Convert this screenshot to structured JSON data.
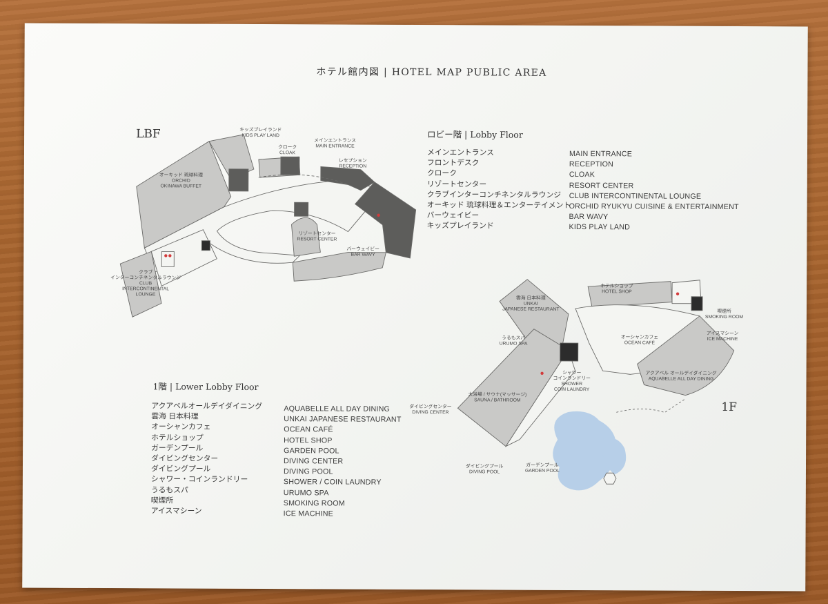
{
  "title": "ホテル館内図 | HOTEL MAP PUBLIC AREA",
  "lbf": {
    "floor_code": "LBF",
    "heading": "ロビー階 | Lobby Floor",
    "jp_items": [
      "メインエントランス",
      "フロントデスク",
      "クローク",
      "リゾートセンター",
      "クラブインターコンチネンタルラウンジ",
      "オーキッド 琉球料理＆エンターテイメント",
      "バーウェイビー",
      "キッズプレイランド"
    ],
    "en_items": [
      "MAIN ENTRANCE",
      "RECEPTION",
      "CLOAK",
      "RESORT CENTER",
      "CLUB INTERCONTINENTAL LOUNGE",
      "ORCHID RYUKYU CUISINE & ENTERTAINMENT",
      "BAR WAVY",
      "KIDS PLAY LAND"
    ],
    "map_labels": {
      "kids_jp": "キッズプレイランド",
      "kids_en": "KIDS PLAY LAND",
      "entrance_jp": "メインエントランス",
      "entrance_en": "MAIN ENTRANCE",
      "cloak_jp": "クローク",
      "cloak_en": "CLOAK",
      "reception_jp": "レセプション",
      "reception_en": "RECEPTION",
      "orchid_jp": "オーキッド 琉球料理",
      "orchid_en1": "ORCHID",
      "orchid_en2": "OKINAWA BUFFET",
      "resort_jp": "リゾートセンター",
      "resort_en": "RESORT CENTER",
      "wavy_jp": "バーウェイビー",
      "wavy_en": "BAR WAVY",
      "club_jp1": "クラブ",
      "club_jp2": "インターコンチネンタルラウンジ",
      "club_en1": "CLUB",
      "club_en2": "INTERCONTINENTAL",
      "club_en3": "LOUNGE"
    }
  },
  "f1": {
    "floor_code": "1F",
    "heading": "1階 | Lower Lobby Floor",
    "jp_items": [
      "アクアベルオールデイダイニング",
      "雲海 日本料理",
      "オーシャンカフェ",
      "ホテルショップ",
      "ガーデンプール",
      "ダイビングセンター",
      "ダイビングプール",
      "シャワー・コインランドリー",
      "うるもスパ",
      "喫煙所",
      "アイスマシーン"
    ],
    "en_items": [
      "AQUABELLE ALL DAY DINING",
      "UNKAI JAPANESE RESTAURANT",
      "OCEAN CAFÉ",
      "HOTEL SHOP",
      "GARDEN POOL",
      "DIVING CENTER",
      "DIVING POOL",
      "SHOWER / COIN LAUNDRY",
      "URUMO SPA",
      "SMOKING ROOM",
      "ICE MACHINE"
    ],
    "map_labels": {
      "shop_jp": "ホテルショップ",
      "shop_en": "HOTEL SHOP",
      "unkai_jp": "雲海 日本料理",
      "unkai_en1": "UNKAI",
      "unkai_en2": "JAPANESE RESTAURANT",
      "smoking_jp": "喫煙所",
      "smoking_en": "SMOKING ROOM",
      "ice_jp": "アイスマシーン",
      "ice_en": "ICE MACHINE",
      "urumo_jp": "うるもスパ",
      "urumo_en": "URUMO SPA",
      "ocean_jp": "オーシャンカフェ",
      "ocean_en": "OCEAN CAFÉ",
      "aqua_jp": "アクアベル オールデイダイニング",
      "aqua_en": "AQUABELLE ALL DAY DINING",
      "shower_jp1": "シャワー",
      "shower_jp2": "コインランドリー",
      "shower_en1": "SHOWER",
      "shower_en2": "COIN LAUNDRY",
      "sauna_jp": "大浴場 / サウナ(マッサージ)",
      "sauna_en": "SAUNA / BATHROOM",
      "dcenter_jp": "ダイビングセンター",
      "dcenter_en": "DIVING CENTER",
      "dpool_jp": "ダイビングプール",
      "dpool_en": "DIVING POOL",
      "garden_jp": "ガーデンプール",
      "garden_en": "GARDEN POOL"
    }
  },
  "colors": {
    "room_fill": "#c9c9c7",
    "dark_fill": "#5d5d5b",
    "black_fill": "#2c2c2c",
    "pool_fill": "#b7cfe8",
    "restroom_red": "#d23a3a",
    "outline": "#6a6a68"
  }
}
